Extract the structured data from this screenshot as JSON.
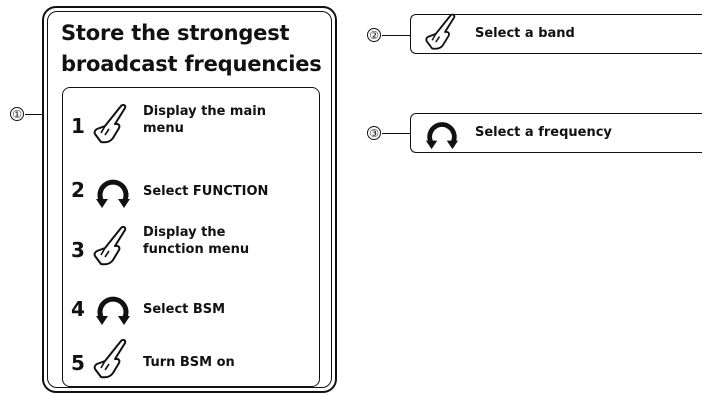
{
  "panel": {
    "title_line1": "Store the strongest",
    "title_line2": "broadcast frequencies"
  },
  "callouts": {
    "c1": "①",
    "c2": "②",
    "c3": "③"
  },
  "steps": [
    {
      "num": "1",
      "icon": "hand-press-icon",
      "line1": "Display the main",
      "line2": "menu"
    },
    {
      "num": "2",
      "icon": "rotary-dial-icon",
      "line1": "Select FUNCTION",
      "line2": ""
    },
    {
      "num": "3",
      "icon": "hand-press-icon",
      "line1": "Display the",
      "line2": "function menu"
    },
    {
      "num": "4",
      "icon": "rotary-dial-icon",
      "line1": "Select BSM",
      "line2": ""
    },
    {
      "num": "5",
      "icon": "hand-press-icon",
      "line1": "Turn BSM on",
      "line2": ""
    }
  ],
  "right_boxes": [
    {
      "icon": "hand-press-icon",
      "label": "Select a band"
    },
    {
      "icon": "rotary-dial-icon",
      "label": "Select a frequency"
    }
  ]
}
